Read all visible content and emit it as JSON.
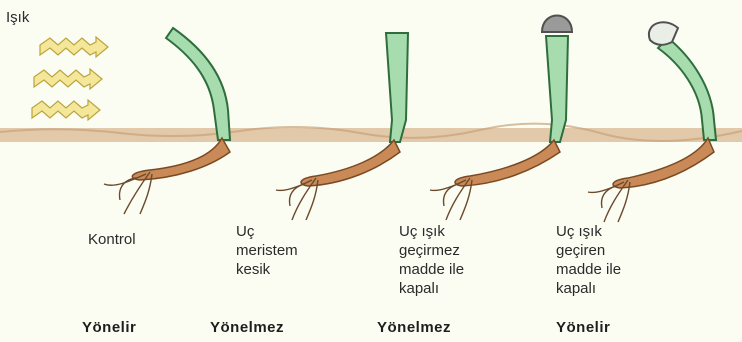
{
  "light_label": "Işık",
  "plants": [
    {
      "caption": "Kontrol",
      "result": "Yönelir"
    },
    {
      "caption": "Uç\nmeristem\nkesik",
      "result": "Yönelmez"
    },
    {
      "caption": "Uç ışık\ngeçirmez\nmadde ile\nkapalı",
      "result": "Yönelmez"
    },
    {
      "caption": "Uç ışık\ngeçiren\nmadde ile\nkapalı",
      "result": "Yönelir"
    }
  ],
  "colors": {
    "stem": "#a7dcae",
    "stem_outline": "#2f6e3c",
    "soil": "#d9b790",
    "seed": "#c98a57",
    "light_arrow": "#f5e79a",
    "opaque_cap": "#9a9a9a",
    "clear_cap": "#e9efe6"
  }
}
